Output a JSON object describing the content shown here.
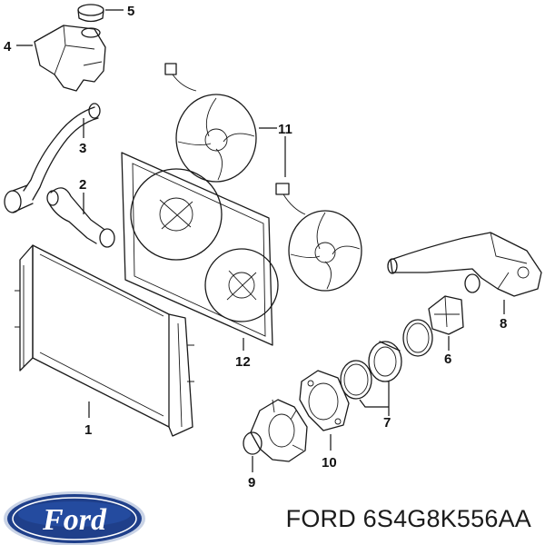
{
  "diagram": {
    "callouts": [
      {
        "id": "1",
        "label": "1"
      },
      {
        "id": "2",
        "label": "2"
      },
      {
        "id": "3",
        "label": "3"
      },
      {
        "id": "4",
        "label": "4"
      },
      {
        "id": "5",
        "label": "5"
      },
      {
        "id": "6",
        "label": "6"
      },
      {
        "id": "7",
        "label": "7"
      },
      {
        "id": "8",
        "label": "8"
      },
      {
        "id": "9",
        "label": "9"
      },
      {
        "id": "10",
        "label": "10"
      },
      {
        "id": "11",
        "label": "11"
      },
      {
        "id": "12",
        "label": "12"
      }
    ]
  },
  "footer": {
    "logo_text": "Ford",
    "brand": "FORD",
    "part_number": "6S4G8K556AA",
    "logo_colors": {
      "outer": "#1f3f8a",
      "inner": "#2a5ab8",
      "rim": "#c9d3e6"
    }
  }
}
